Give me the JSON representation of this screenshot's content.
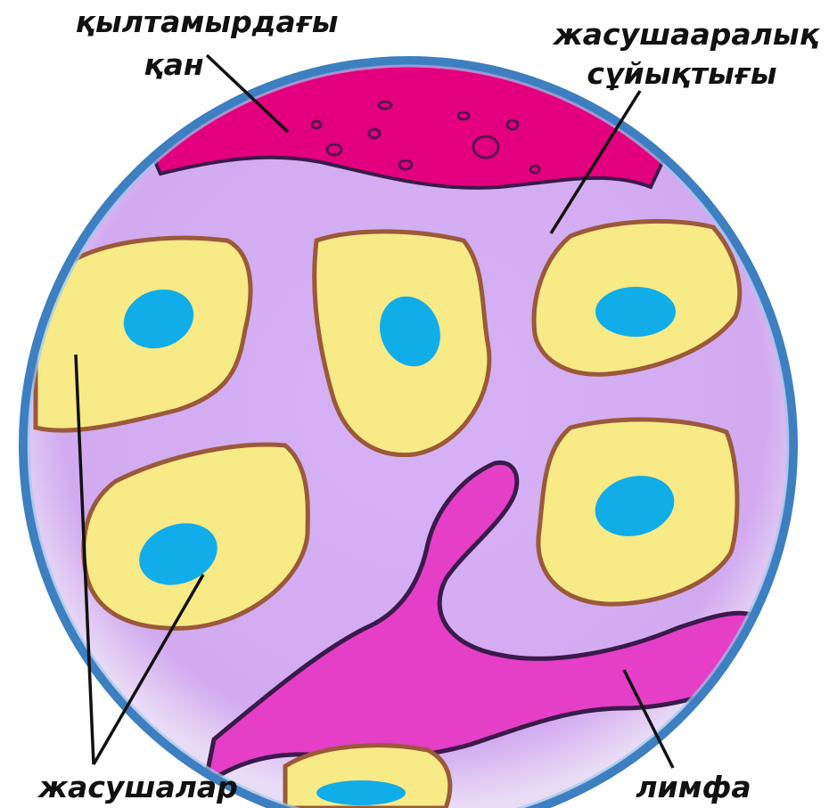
{
  "labels": {
    "capillary_blood_line1": "қылтамырдағы",
    "capillary_blood_line2": "қан",
    "interstitial_fluid_line1": "жасушааралық",
    "interstitial_fluid_line2": "сұйықтығы",
    "cells": "жасушалар",
    "lymph": "лимфа"
  },
  "colors": {
    "interstitial_fluid": "#d6b0f2",
    "capillary_blood": "#e3007f",
    "lymph": "#e43fc6",
    "cell": "#f7ea87",
    "cell_border": "#9a5a3a",
    "nucleus": "#11ade9",
    "outer_ring": "#3d7fc0"
  }
}
